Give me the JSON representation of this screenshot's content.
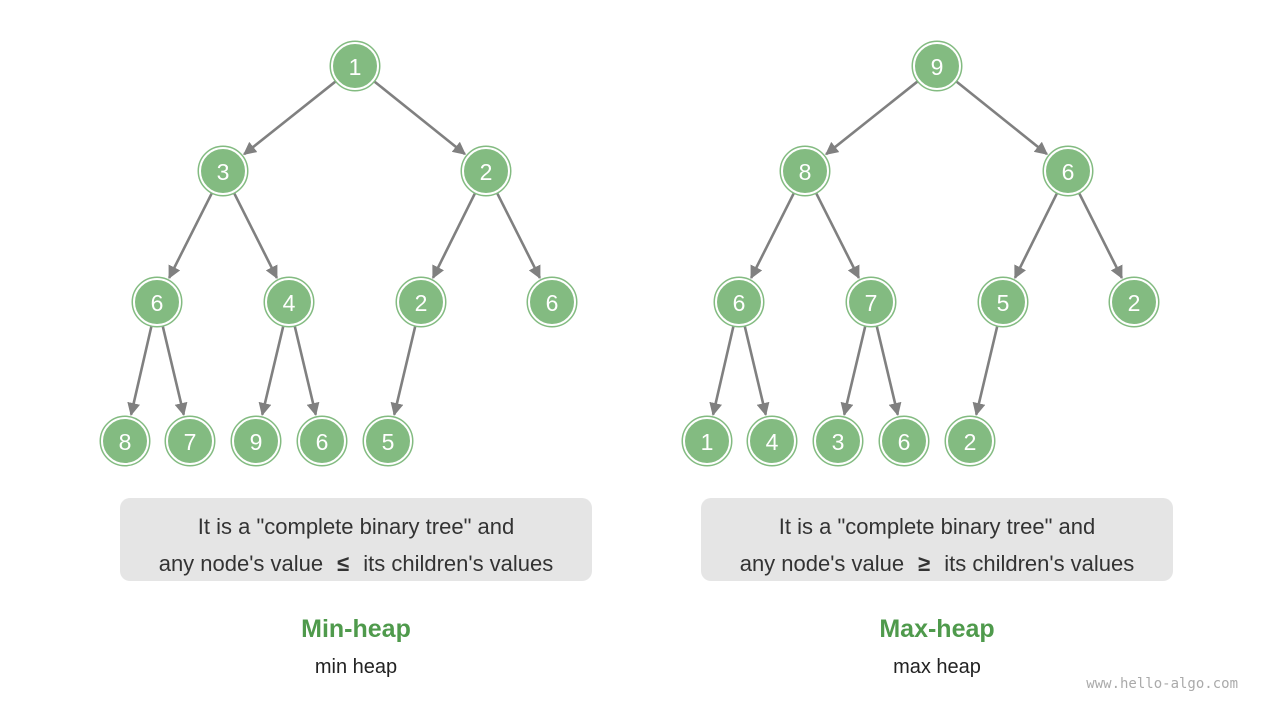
{
  "panels": [
    {
      "id": "min-heap",
      "caption_line1": "It is a \"complete binary tree\" and",
      "caption_prefix": "any node's value",
      "caption_symbol": "≤",
      "caption_suffix": "its children's values",
      "title": "Min-heap",
      "subtitle": "min heap",
      "nodes": [
        "1",
        "3",
        "2",
        "6",
        "4",
        "2",
        "6",
        "8",
        "7",
        "9",
        "6",
        "5"
      ]
    },
    {
      "id": "max-heap",
      "caption_line1": "It is a \"complete binary tree\" and",
      "caption_prefix": "any node's value",
      "caption_symbol": "≥",
      "caption_suffix": "its children's values",
      "title": "Max-heap",
      "subtitle": "max heap",
      "nodes": [
        "9",
        "8",
        "6",
        "6",
        "7",
        "5",
        "2",
        "1",
        "4",
        "3",
        "6",
        "2"
      ]
    }
  ],
  "watermark": "www.hello-algo.com",
  "colors": {
    "node_fill": "#83bb81",
    "edge": "#808080",
    "title": "#4f9a4c",
    "caption_bg": "#e5e5e5"
  }
}
